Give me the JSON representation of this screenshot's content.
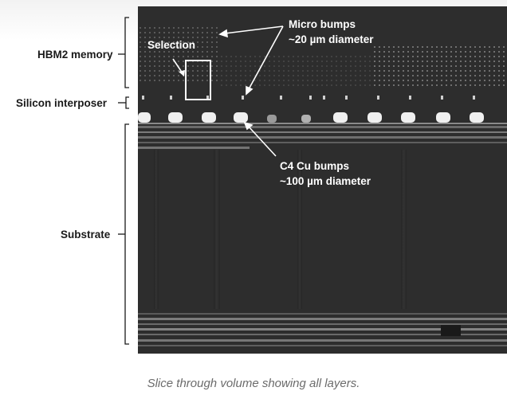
{
  "layers": {
    "hbm2": "HBM2 memory",
    "interposer": "Silicon interposer",
    "substrate": "Substrate"
  },
  "annotations": {
    "selection": "Selection",
    "micro_bumps_line1": "Micro bumps",
    "micro_bumps_line2": "~20 µm diameter",
    "c4_line1": "C4 Cu bumps",
    "c4_line2": "~100 µm diameter"
  },
  "caption": "Slice through volume showing all layers.",
  "colors": {
    "image_background": "#2b2b2b",
    "annotation": "#ffffff",
    "label_text": "#1a1a1a",
    "caption_text": "#6b6b6b"
  }
}
